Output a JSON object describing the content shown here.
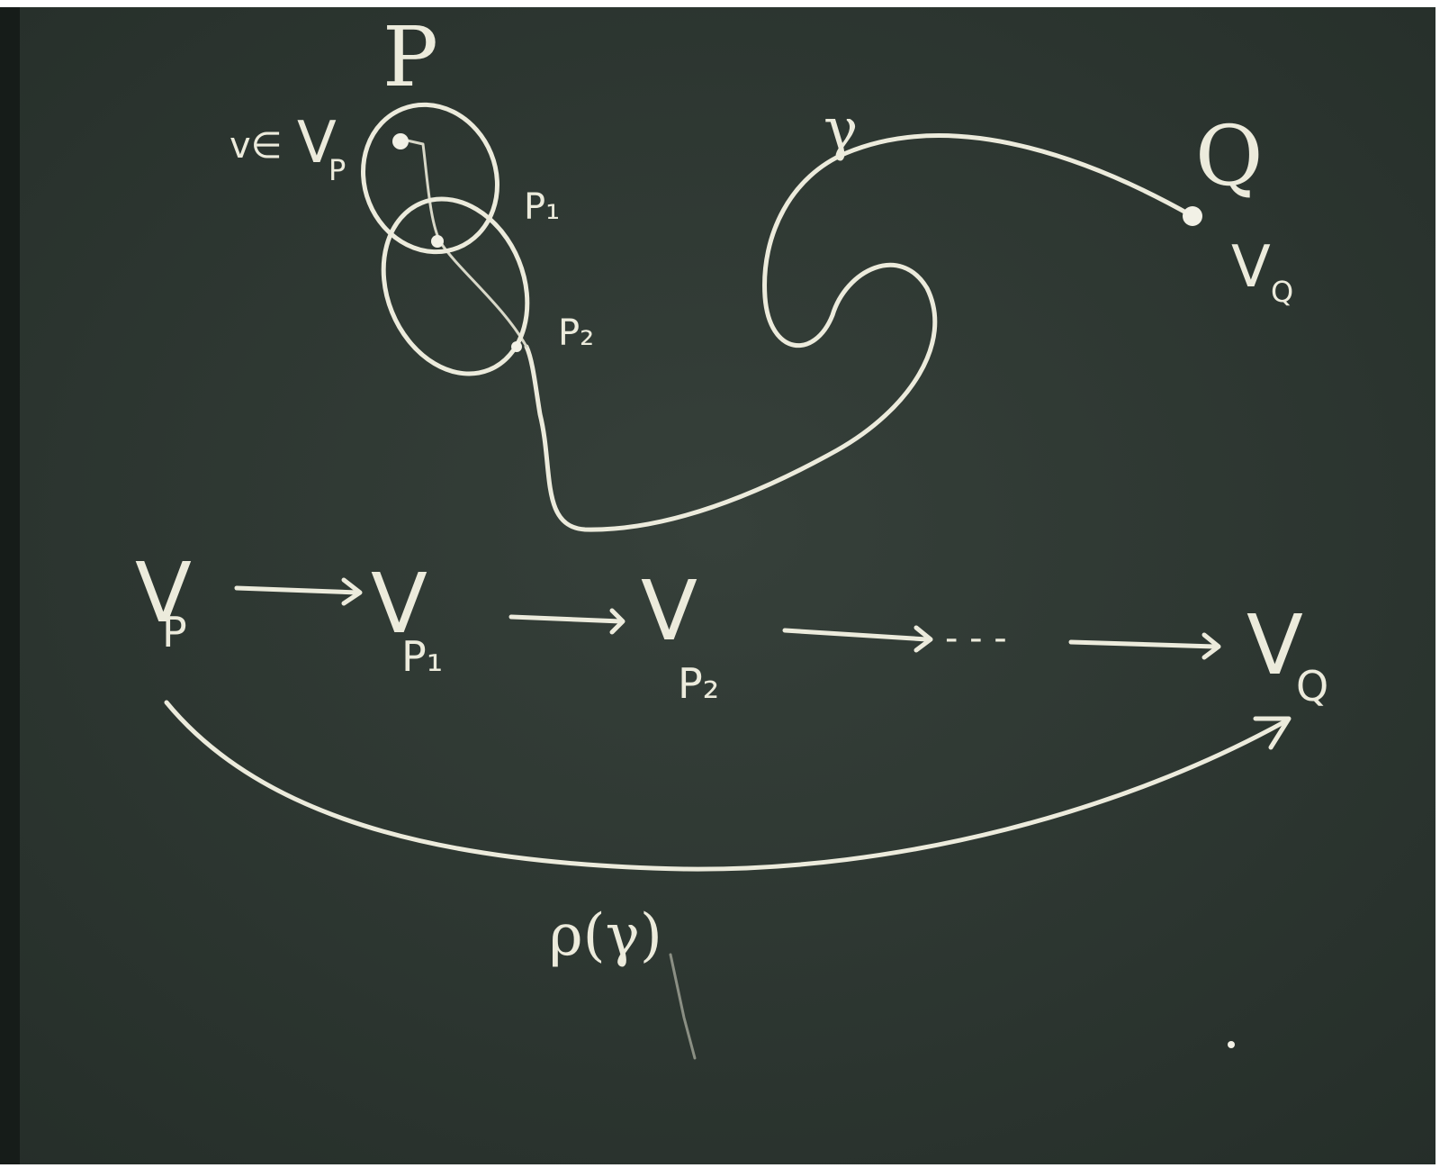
{
  "colors": {
    "board": "#2c3630",
    "chalk": "#ecebdc"
  },
  "labels": {
    "P": "P",
    "Q": "Q",
    "gamma": "γ",
    "P1": "P₁",
    "P2": "P₂",
    "v_in": "v∈",
    "V": "V",
    "sub_P": "P",
    "sub_Q": "Q",
    "sub_P1": "P₁",
    "sub_P2": "P₂",
    "dots": "- - -",
    "rho": "ρ(γ)"
  }
}
